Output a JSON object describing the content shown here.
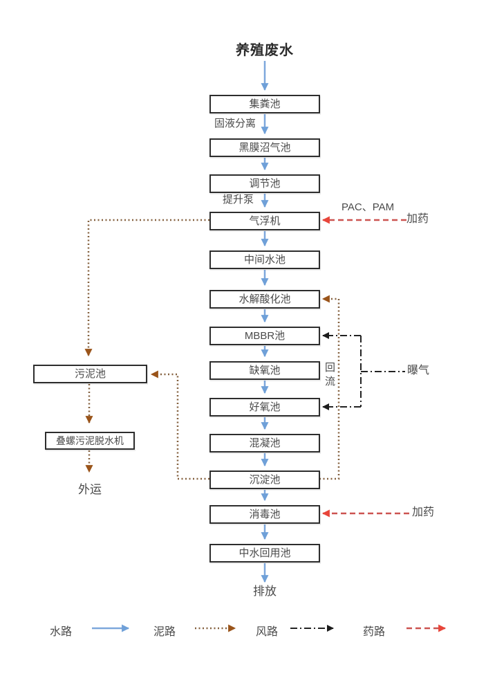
{
  "title": "养殖废水",
  "main_flow": [
    "集粪池",
    "黑膜沼气池",
    "调节池",
    "气浮机",
    "中间水池",
    "水解酸化池",
    "MBBR池",
    "缺氧池",
    "好氧池",
    "混凝池",
    "沉淀池",
    "消毒池",
    "中水回用池"
  ],
  "sludge_flow": [
    "污泥池",
    "叠螺污泥脱水机"
  ],
  "annotations": {
    "solid_liquid_separation": "固液分离",
    "lift_pump": "提升泵",
    "chemicals": "PAC、PAM",
    "dosing_top": "加药",
    "dosing_bottom": "加药",
    "reflux": "回流",
    "aeration": "曝气",
    "discharge": "排放",
    "outbound_transport": "外运"
  },
  "legend": [
    {
      "label": "水路",
      "line_style": "solid",
      "color": "#7da7dc"
    },
    {
      "label": "泥路",
      "line_style": "dotted",
      "color": "#8a5f38"
    },
    {
      "label": "风路",
      "line_style": "dash-dot",
      "color": "#1c1c1c"
    },
    {
      "label": "药路",
      "line_style": "dashed",
      "color": "#d9534f"
    }
  ],
  "colors": {
    "water_path": "#7da7dc",
    "water_arrowhead": "#6fa0d8",
    "sludge_path": "#84613f",
    "sludge_arrowhead": "#9a541a",
    "air_path": "#222222",
    "chemical_path": "#cc5350",
    "chemical_arrowhead": "#e8453a",
    "box_border": "#2d2d2d",
    "text": "#4a4a4a"
  }
}
